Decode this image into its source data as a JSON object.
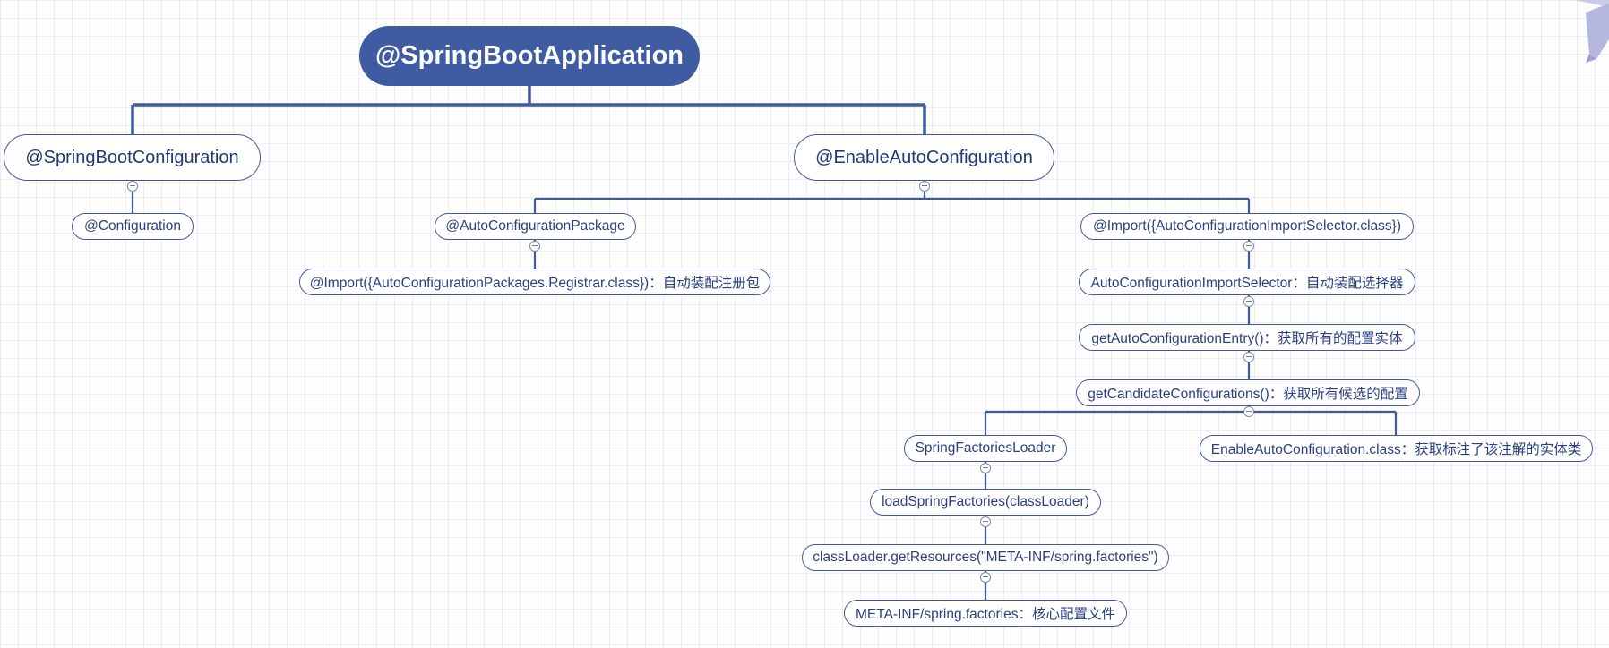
{
  "mindmap": {
    "root": "@SpringBootApplication",
    "spring_boot_configuration": "@SpringBootConfiguration",
    "configuration": "@Configuration",
    "enable_auto_configuration": "@EnableAutoConfiguration",
    "auto_configuration_package": "@AutoConfigurationPackage",
    "registrar_import": "@Import({AutoConfigurationPackages.Registrar.class})：自动装配注册包",
    "selector_import": "@Import({AutoConfigurationImportSelector.class})",
    "import_selector": "AutoConfigurationImportSelector：自动装配选择器",
    "get_auto_configuration_entry": "getAutoConfigurationEntry()：获取所有的配置实体",
    "get_candidate_configurations": "getCandidateConfigurations()：获取所有候选的配置",
    "spring_factories_loader": "SpringFactoriesLoader",
    "enable_auto_configuration_class": "EnableAutoConfiguration.class：获取标注了该注解的实体类",
    "load_spring_factories": "loadSpringFactories(classLoader)",
    "get_resources": "classLoader.getResources(\"META-INF/spring.factories\")",
    "spring_factories_file": "META-INF/spring.factories：核心配置文件"
  },
  "colors": {
    "root_fill": "#3f5ca3",
    "node_border": "#3f5a9e",
    "node_text": "#2a3f82",
    "connector": "#3f5a9e",
    "grid": "#ececf2",
    "background": "#fdfdfe"
  },
  "icons": {
    "collapse": "collapse-circle-icon",
    "decoration": "pencil-icon"
  }
}
